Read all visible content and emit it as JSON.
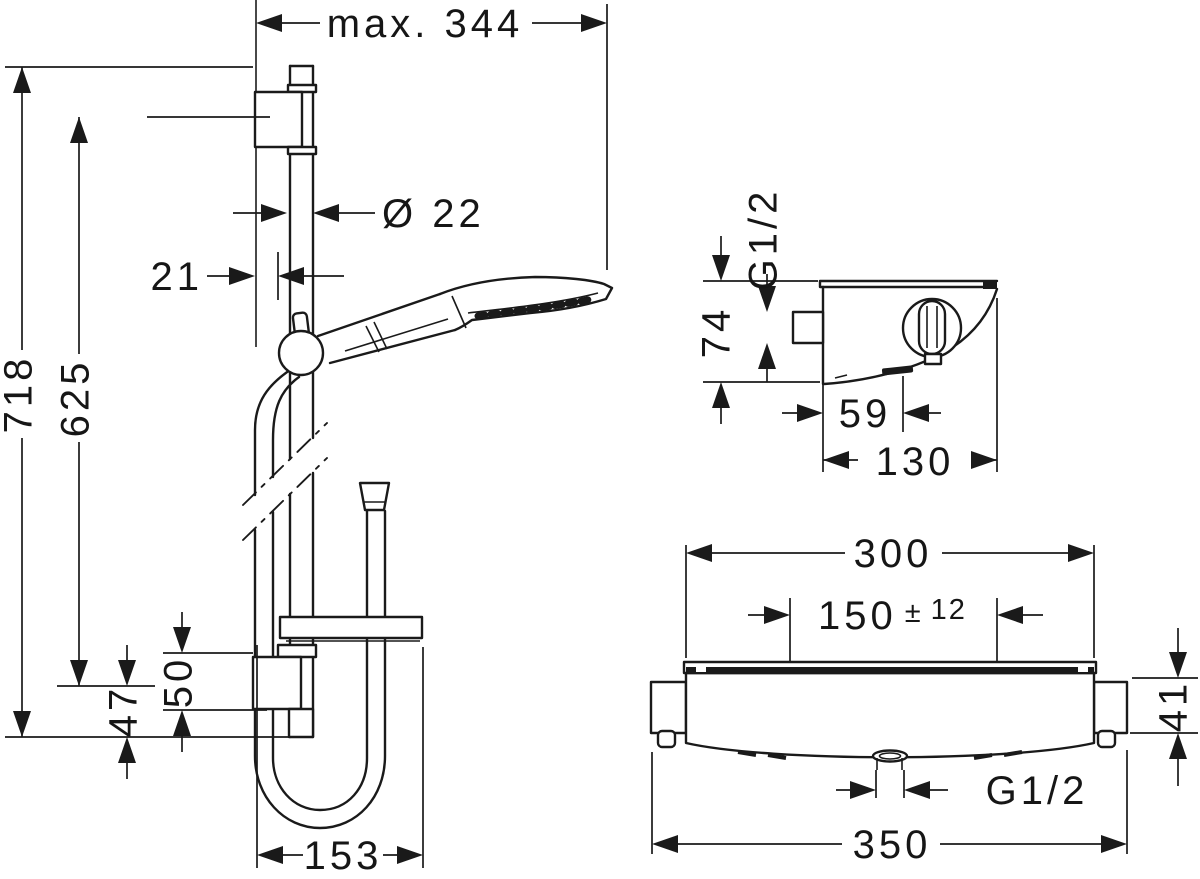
{
  "drawing": {
    "title": "shower-set-technical-dimension-drawing",
    "colors": {
      "background": "#ffffff",
      "ink": "#1a1a1a"
    },
    "shower_set_view": {
      "dims": {
        "max_reach": "max. 344",
        "rail_diameter": "Ø 22",
        "wall_clearance": "21",
        "total_height": "718",
        "fixing_distance": "625",
        "bracket_height": "50",
        "lower_offset": "47",
        "hose_loop_width": "153"
      }
    },
    "thermostat_side_view": {
      "dims": {
        "inlet_thread": "G1/2",
        "inlet_drop": "74",
        "knob_depth": "59",
        "total_depth": "130"
      }
    },
    "thermostat_front_view": {
      "dims": {
        "body_width": "300",
        "supply_spacing": "150",
        "supply_plusminus": "±",
        "supply_tolerance": "12",
        "connector_height": "41",
        "outlet_thread": "G1/2",
        "total_width": "350"
      }
    }
  }
}
